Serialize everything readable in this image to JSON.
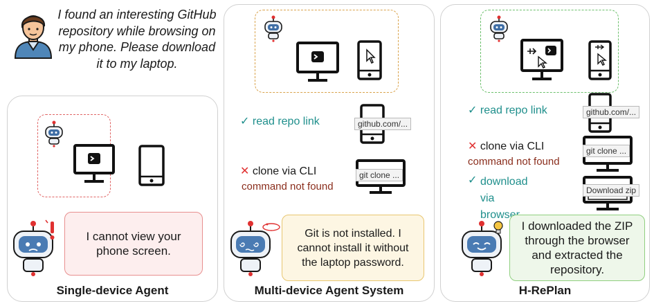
{
  "intro_text": "I found an interesting GitHub repository while browsing on my phone. Please download it to my laptop.",
  "panels": {
    "single": {
      "caption": "Single-device Agent",
      "bubble": "I cannot view your phone screen."
    },
    "multi": {
      "caption": "Multi-device Agent System",
      "step1": "read repo link",
      "step1_chip": "github.com/...",
      "step2": "clone via CLI",
      "step2_error": "command not found",
      "step2_chip": "git clone ...",
      "bubble": "Git is not installed. I cannot install it without the laptop password."
    },
    "hreplan": {
      "caption": "H-RePlan",
      "step1": "read repo link",
      "step1_chip": "github.com/...",
      "step2": "clone via CLI",
      "step2_error": "command not found",
      "step2_chip": "git clone ...",
      "step3": "download via browser",
      "step3_chip": "Download zip",
      "bubble": "I downloaded the ZIP through the browser and extracted the repository."
    }
  },
  "icons": {
    "check": "✓",
    "cross": "✕"
  },
  "colors": {
    "success": "#1f8f8c",
    "failure": "#e03131",
    "error_text": "#8a2d1c",
    "single_bubble_bg": "#fdeeee",
    "single_bubble_border": "#e88f8f",
    "multi_bubble_bg": "#fdf6e3",
    "multi_bubble_border": "#e8c670",
    "hreplan_bubble_bg": "#eef7ea",
    "hreplan_bubble_border": "#8fcf7f",
    "single_dash": "#e06464",
    "multi_dash": "#d9a24a",
    "hreplan_dash": "#6bbf6b"
  }
}
